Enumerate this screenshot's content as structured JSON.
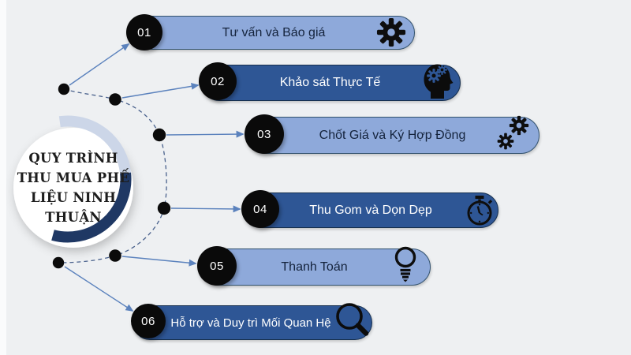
{
  "title": {
    "lines": [
      "QUY TRÌNH",
      "THU MUA PHẾ",
      "LIỆU NINH",
      "THUẬN"
    ]
  },
  "steps": [
    {
      "num": "01",
      "label": "Tư vấn và Báo giá",
      "icon": "gear-icon",
      "variant": "light"
    },
    {
      "num": "02",
      "label": "Khảo sát Thực Tế",
      "icon": "head-gears-icon",
      "variant": "dark"
    },
    {
      "num": "03",
      "label": "Chốt Giá và Ký Hợp Đồng",
      "icon": "double-gear-icon",
      "variant": "light"
    },
    {
      "num": "04",
      "label": "Thu Gom và Dọn Dẹp",
      "icon": "stopwatch-icon",
      "variant": "dark"
    },
    {
      "num": "05",
      "label": "Thanh Toán",
      "icon": "lightbulb-icon",
      "variant": "light"
    },
    {
      "num": "06",
      "label": "Hỗ trợ và Duy trì Mối Quan Hệ",
      "icon": "magnifier-icon",
      "variant": "dark"
    }
  ],
  "colors": {
    "background": "#eef0f2",
    "bar_light": "#8ea9da",
    "bar_dark": "#2e5695",
    "ring_light": "#ccd6e8",
    "ring_dark": "#1f3864",
    "connector_arrow": "#5b82bd",
    "connector_dashed": "#49618c",
    "number_circle": "#0a0a0a",
    "number_text": "#ffffff"
  }
}
